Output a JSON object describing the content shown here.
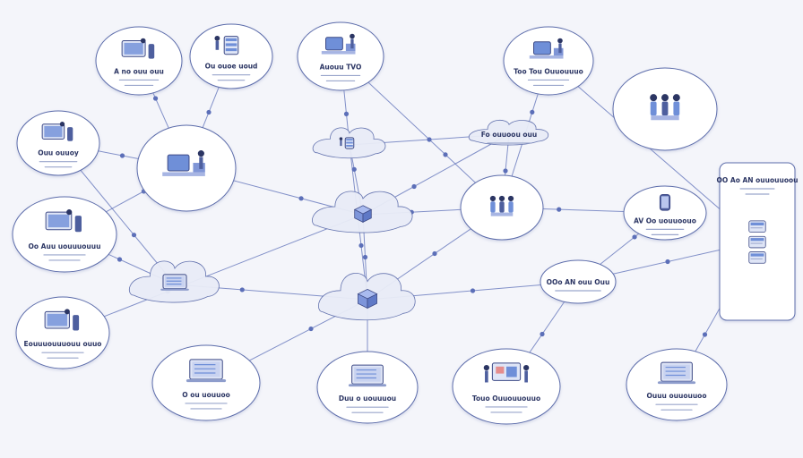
{
  "colors": {
    "background": "#f4f5fa",
    "node_fill": "#ffffff",
    "node_stroke": "#5d6dab",
    "cloud_fill": "#e9ecf7",
    "connector": "#5c6fb8",
    "accent_blue": "#6f8fd8",
    "text": "#2b3563"
  },
  "nodes": [
    {
      "id": "n1",
      "title": "A no ouu ouu"
    },
    {
      "id": "n2",
      "title": "Ou ouoe uoud"
    },
    {
      "id": "n3",
      "title": "Auouu TVO"
    },
    {
      "id": "n4",
      "title": ""
    },
    {
      "id": "n5",
      "title": ""
    },
    {
      "id": "n6",
      "title": "Ouu ouuoy"
    },
    {
      "id": "n7",
      "title": ""
    },
    {
      "id": "n8",
      "title": ""
    },
    {
      "id": "n9",
      "title": "Fo ouuoou ouu"
    },
    {
      "id": "n10",
      "title": "Oo Auu uouuuouuu"
    },
    {
      "id": "n11",
      "title": ""
    },
    {
      "id": "n12",
      "title": "AV Oo uouuoouo"
    },
    {
      "id": "n13",
      "title": "OOo AN ouu Ouu"
    },
    {
      "id": "n14",
      "title": ""
    },
    {
      "id": "n15",
      "title": "OO Ao AN ouuouuoou"
    },
    {
      "id": "n16",
      "title": "Too Tou Ouuouuuo"
    },
    {
      "id": "n17",
      "title": ""
    },
    {
      "id": "n18",
      "title": "Eouuuouuuouu ouuo"
    },
    {
      "id": "n19",
      "title": "O ou uouuoo"
    },
    {
      "id": "n20",
      "title": "Duu o uouuuou"
    },
    {
      "id": "n21",
      "title": "Touo Ouuouuouuo"
    },
    {
      "id": "n22",
      "title": "Ouuu ouuouuoo"
    }
  ],
  "edges": [
    [
      "n1",
      "n5"
    ],
    [
      "n2",
      "n5"
    ],
    [
      "n3",
      "n4"
    ],
    [
      "n4",
      "n7"
    ],
    [
      "n4",
      "n9"
    ],
    [
      "n5",
      "n7"
    ],
    [
      "n5",
      "n10"
    ],
    [
      "n6",
      "n5"
    ],
    [
      "n6",
      "n8"
    ],
    [
      "n7",
      "n11"
    ],
    [
      "n7",
      "n14"
    ],
    [
      "n7",
      "n18"
    ],
    [
      "n8",
      "n14"
    ],
    [
      "n9",
      "n11"
    ],
    [
      "n9",
      "n7"
    ],
    [
      "n11",
      "n12"
    ],
    [
      "n11",
      "n14"
    ],
    [
      "n11",
      "n16"
    ],
    [
      "n12",
      "n13"
    ],
    [
      "n13",
      "n15"
    ],
    [
      "n14",
      "n20"
    ],
    [
      "n14",
      "n19"
    ],
    [
      "n13",
      "n21"
    ],
    [
      "n15",
      "n22"
    ],
    [
      "n16",
      "n15"
    ],
    [
      "n10",
      "n8"
    ],
    [
      "n4",
      "n14"
    ],
    [
      "n11",
      "n3"
    ],
    [
      "n14",
      "n13"
    ]
  ]
}
